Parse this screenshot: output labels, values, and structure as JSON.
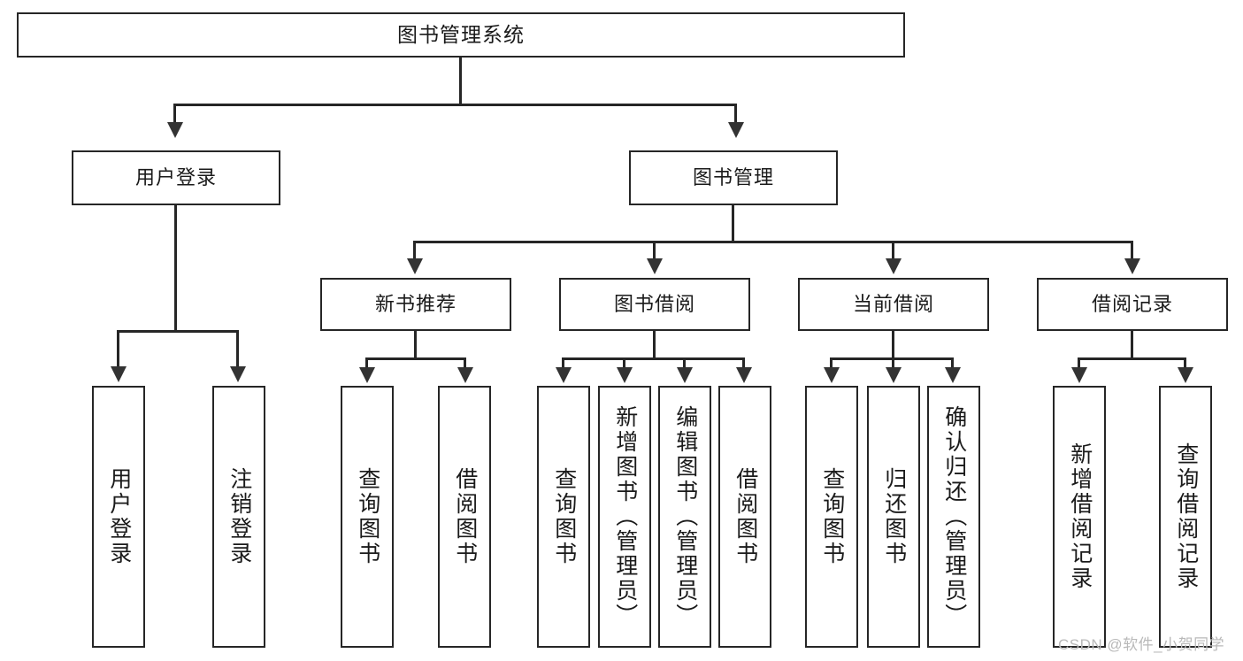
{
  "diagram": {
    "title": "图书管理系统",
    "type": "hierarchy-tree",
    "root": {
      "label": "图书管理系统"
    },
    "level2": [
      {
        "label": "用户登录"
      },
      {
        "label": "图书管理"
      }
    ],
    "level3": [
      {
        "label": "新书推荐"
      },
      {
        "label": "图书借阅"
      },
      {
        "label": "当前借阅"
      },
      {
        "label": "借阅记录"
      }
    ],
    "leaves": {
      "user_login": [
        {
          "label": "用户登录"
        },
        {
          "label": "注销登录"
        }
      ],
      "new_book_recommend": [
        {
          "label": "查询图书"
        },
        {
          "label": "借阅图书"
        }
      ],
      "book_borrow": [
        {
          "label": "查询图书"
        },
        {
          "label": "新增图书（管理员）"
        },
        {
          "label": "编辑图书（管理员）"
        },
        {
          "label": "借阅图书"
        }
      ],
      "current_borrow": [
        {
          "label": "查询图书"
        },
        {
          "label": "归还图书"
        },
        {
          "label": "确认归还（管理员）"
        }
      ],
      "borrow_record": [
        {
          "label": "新增借阅记录"
        },
        {
          "label": "查询借阅记录"
        }
      ]
    }
  },
  "watermark": {
    "text": "CSDN @软件_小贺同学"
  },
  "colors": {
    "stroke": "#262626",
    "arrow": "#333333",
    "background": "#ffffff",
    "text": "#1a1a1a",
    "watermark": "#b9b9b9"
  }
}
